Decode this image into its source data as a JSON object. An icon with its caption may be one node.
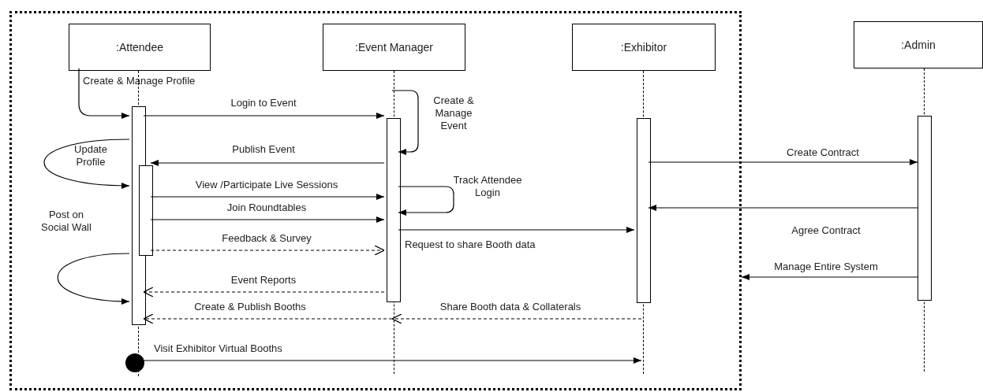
{
  "diagram": {
    "nodes": [
      {
        "text": [],
        "shape": "box"
      },
      {
        "text": [
          ":Attendee"
        ],
        "in": 0
      },
      {
        "text": [],
        "shape": "line",
        "in": 0
      },
      {
        "text": [
          ":Event Manager"
        ],
        "in": 0
      },
      {
        "text": [],
        "shape": "line",
        "in": 0
      },
      {
        "text": [
          ":Exhibitor"
        ],
        "in": 0
      },
      {
        "text": [],
        "shape": "line",
        "in": 0
      },
      {
        "text": [
          ":Admin"
        ]
      },
      {
        "text": [],
        "shape": "line"
      },
      {
        "text": [],
        "shape": "bar",
        "in": 0
      },
      {
        "text": [],
        "shape": "bar",
        "in": 0
      },
      {
        "text": [],
        "shape": "bar",
        "in": 0
      },
      {
        "text": [],
        "shape": "bar",
        "in": 0
      },
      {
        "text": [],
        "shape": "bar"
      },
      {
        "text": [],
        "shape": "circle",
        "in": 0
      }
    ],
    "edges": [
      {
        "from": 1,
        "to": 9,
        "arrow": "to",
        "label": "Create & Manage Profile"
      },
      {
        "from": 9,
        "to": 11,
        "arrow": "to",
        "label": "Login to Event"
      },
      {
        "from": 4,
        "to": 11,
        "arrow": "to",
        "label": "Create & Manage Event"
      },
      {
        "from": 11,
        "to": 10,
        "arrow": "to",
        "label": "Publish Event"
      },
      {
        "from": 9,
        "to": 9,
        "arrow": "to",
        "label": "Update Profile"
      },
      {
        "from": 10,
        "to": 11,
        "arrow": "to",
        "label": "View /Participate Live Sessions"
      },
      {
        "from": 11,
        "to": 11,
        "arrow": "to",
        "label": "Track Attendee Login"
      },
      {
        "from": 10,
        "to": 11,
        "arrow": "to",
        "label": "Join Roundtables"
      },
      {
        "from": 10,
        "to": 11,
        "arrow": "to",
        "label": "Feedback & Survey",
        "style": "dashed"
      },
      {
        "from": 9,
        "to": 9,
        "arrow": "to",
        "label": "Post on Social Wall"
      },
      {
        "from": 11,
        "to": 12,
        "arrow": "to",
        "label": "Request to share Booth data"
      },
      {
        "from": 11,
        "to": 9,
        "arrow": "to",
        "label": "Event Reports",
        "style": "dashed"
      },
      {
        "from": 4,
        "to": 9,
        "arrow": "to",
        "label": "Create & Publish Booths",
        "style": "dashed"
      },
      {
        "from": 6,
        "to": 4,
        "arrow": "to",
        "label": "Share Booth data & Collaterals",
        "style": "dashed"
      },
      {
        "from": 14,
        "to": 6,
        "arrow": "to",
        "label": "Visit Exhibitor Virtual Booths"
      },
      {
        "from": 12,
        "to": 13,
        "arrow": "to",
        "label": "Create Contract"
      },
      {
        "from": 13,
        "to": 12,
        "arrow": "to",
        "label": "Agree Contract"
      },
      {
        "from": 13,
        "to": 0,
        "arrow": "to",
        "label": "Manage Entire System"
      }
    ]
  }
}
